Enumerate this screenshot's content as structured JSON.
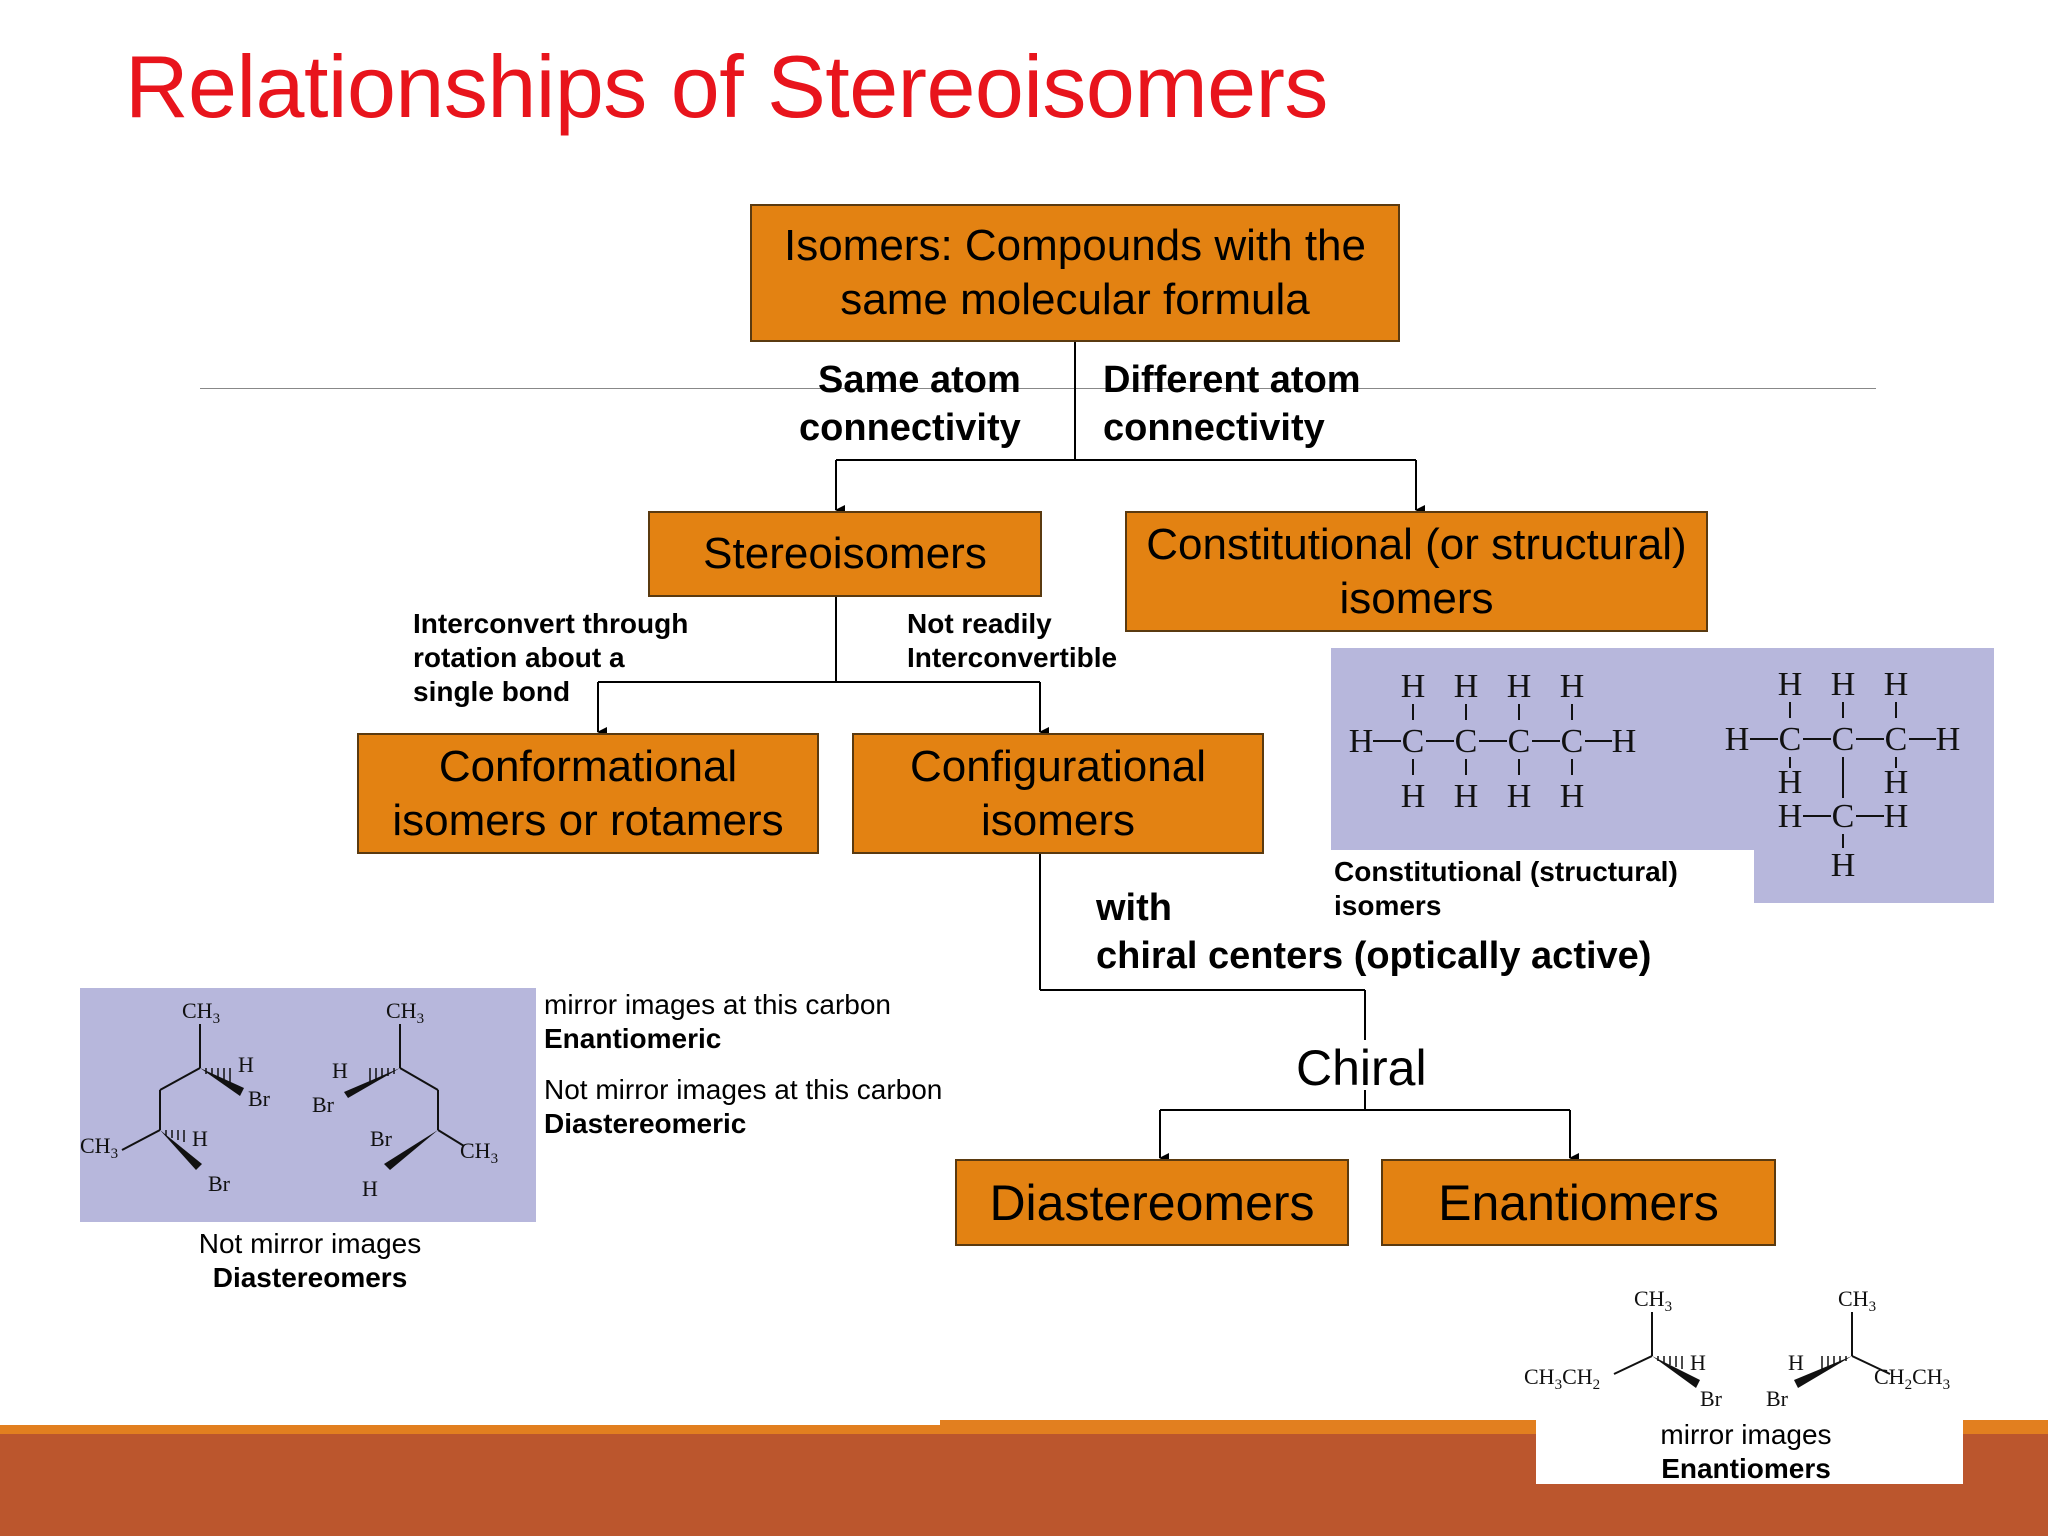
{
  "title": "Relationships of Stereoisomers",
  "colors": {
    "title": "#e8141c",
    "box": "#e38212",
    "panel": "#b7b7dc",
    "footer_band": "#bb562d",
    "footer_stripe": "#e27f1f"
  },
  "boxes": {
    "isomers": [
      "Isomers: Compounds with the",
      "same molecular formula"
    ],
    "stereoisomers": "Stereoisomers",
    "constitutional": [
      "Constitutional (or structural)",
      "isomers"
    ],
    "conformational": [
      "Conformational",
      "isomers or rotamers"
    ],
    "configurational": [
      "Configurational",
      "isomers"
    ],
    "diastereomers": "Diastereomers",
    "enantiomers": "Enantiomers"
  },
  "edges": {
    "same_connectivity": [
      "Same atom",
      "connectivity"
    ],
    "different_connectivity": [
      "Different atom",
      "connectivity"
    ],
    "interconvert": [
      "Interconvert through",
      "rotation about a",
      "single bond"
    ],
    "not_interconvertible": [
      "Not readily",
      "Interconvertible"
    ],
    "chiral_centers": [
      "with",
      "chiral centers (optically active)"
    ],
    "chiral": "Chiral"
  },
  "constitutional_panel": {
    "caption": [
      "Constitutional (structural)",
      "isomers"
    ],
    "butane": [
      "H H H H",
      "H-C-C-C-C-H",
      "H H H H"
    ],
    "isobutane": [
      "H H H",
      "H-C-C-C-H",
      "H   H",
      "H-C-H",
      "H"
    ]
  },
  "diastereomer_panel": {
    "arrow_note_1": [
      "mirror images at this carbon",
      "Enantiomeric"
    ],
    "arrow_note_2": [
      "Not mirror images at this carbon",
      "Diastereomeric"
    ],
    "caption": [
      "Not mirror images",
      "Diastereomers"
    ],
    "atoms": {
      "ch3": "CH3",
      "h": "H",
      "br": "Br"
    }
  },
  "enantiomer_panel": {
    "caption": [
      "mirror images",
      "Enantiomers"
    ],
    "atoms": {
      "ch3": "CH3",
      "ch3ch2": "CH3CH2",
      "ch2ch3": "CH2CH3",
      "h": "H",
      "br": "Br"
    }
  }
}
